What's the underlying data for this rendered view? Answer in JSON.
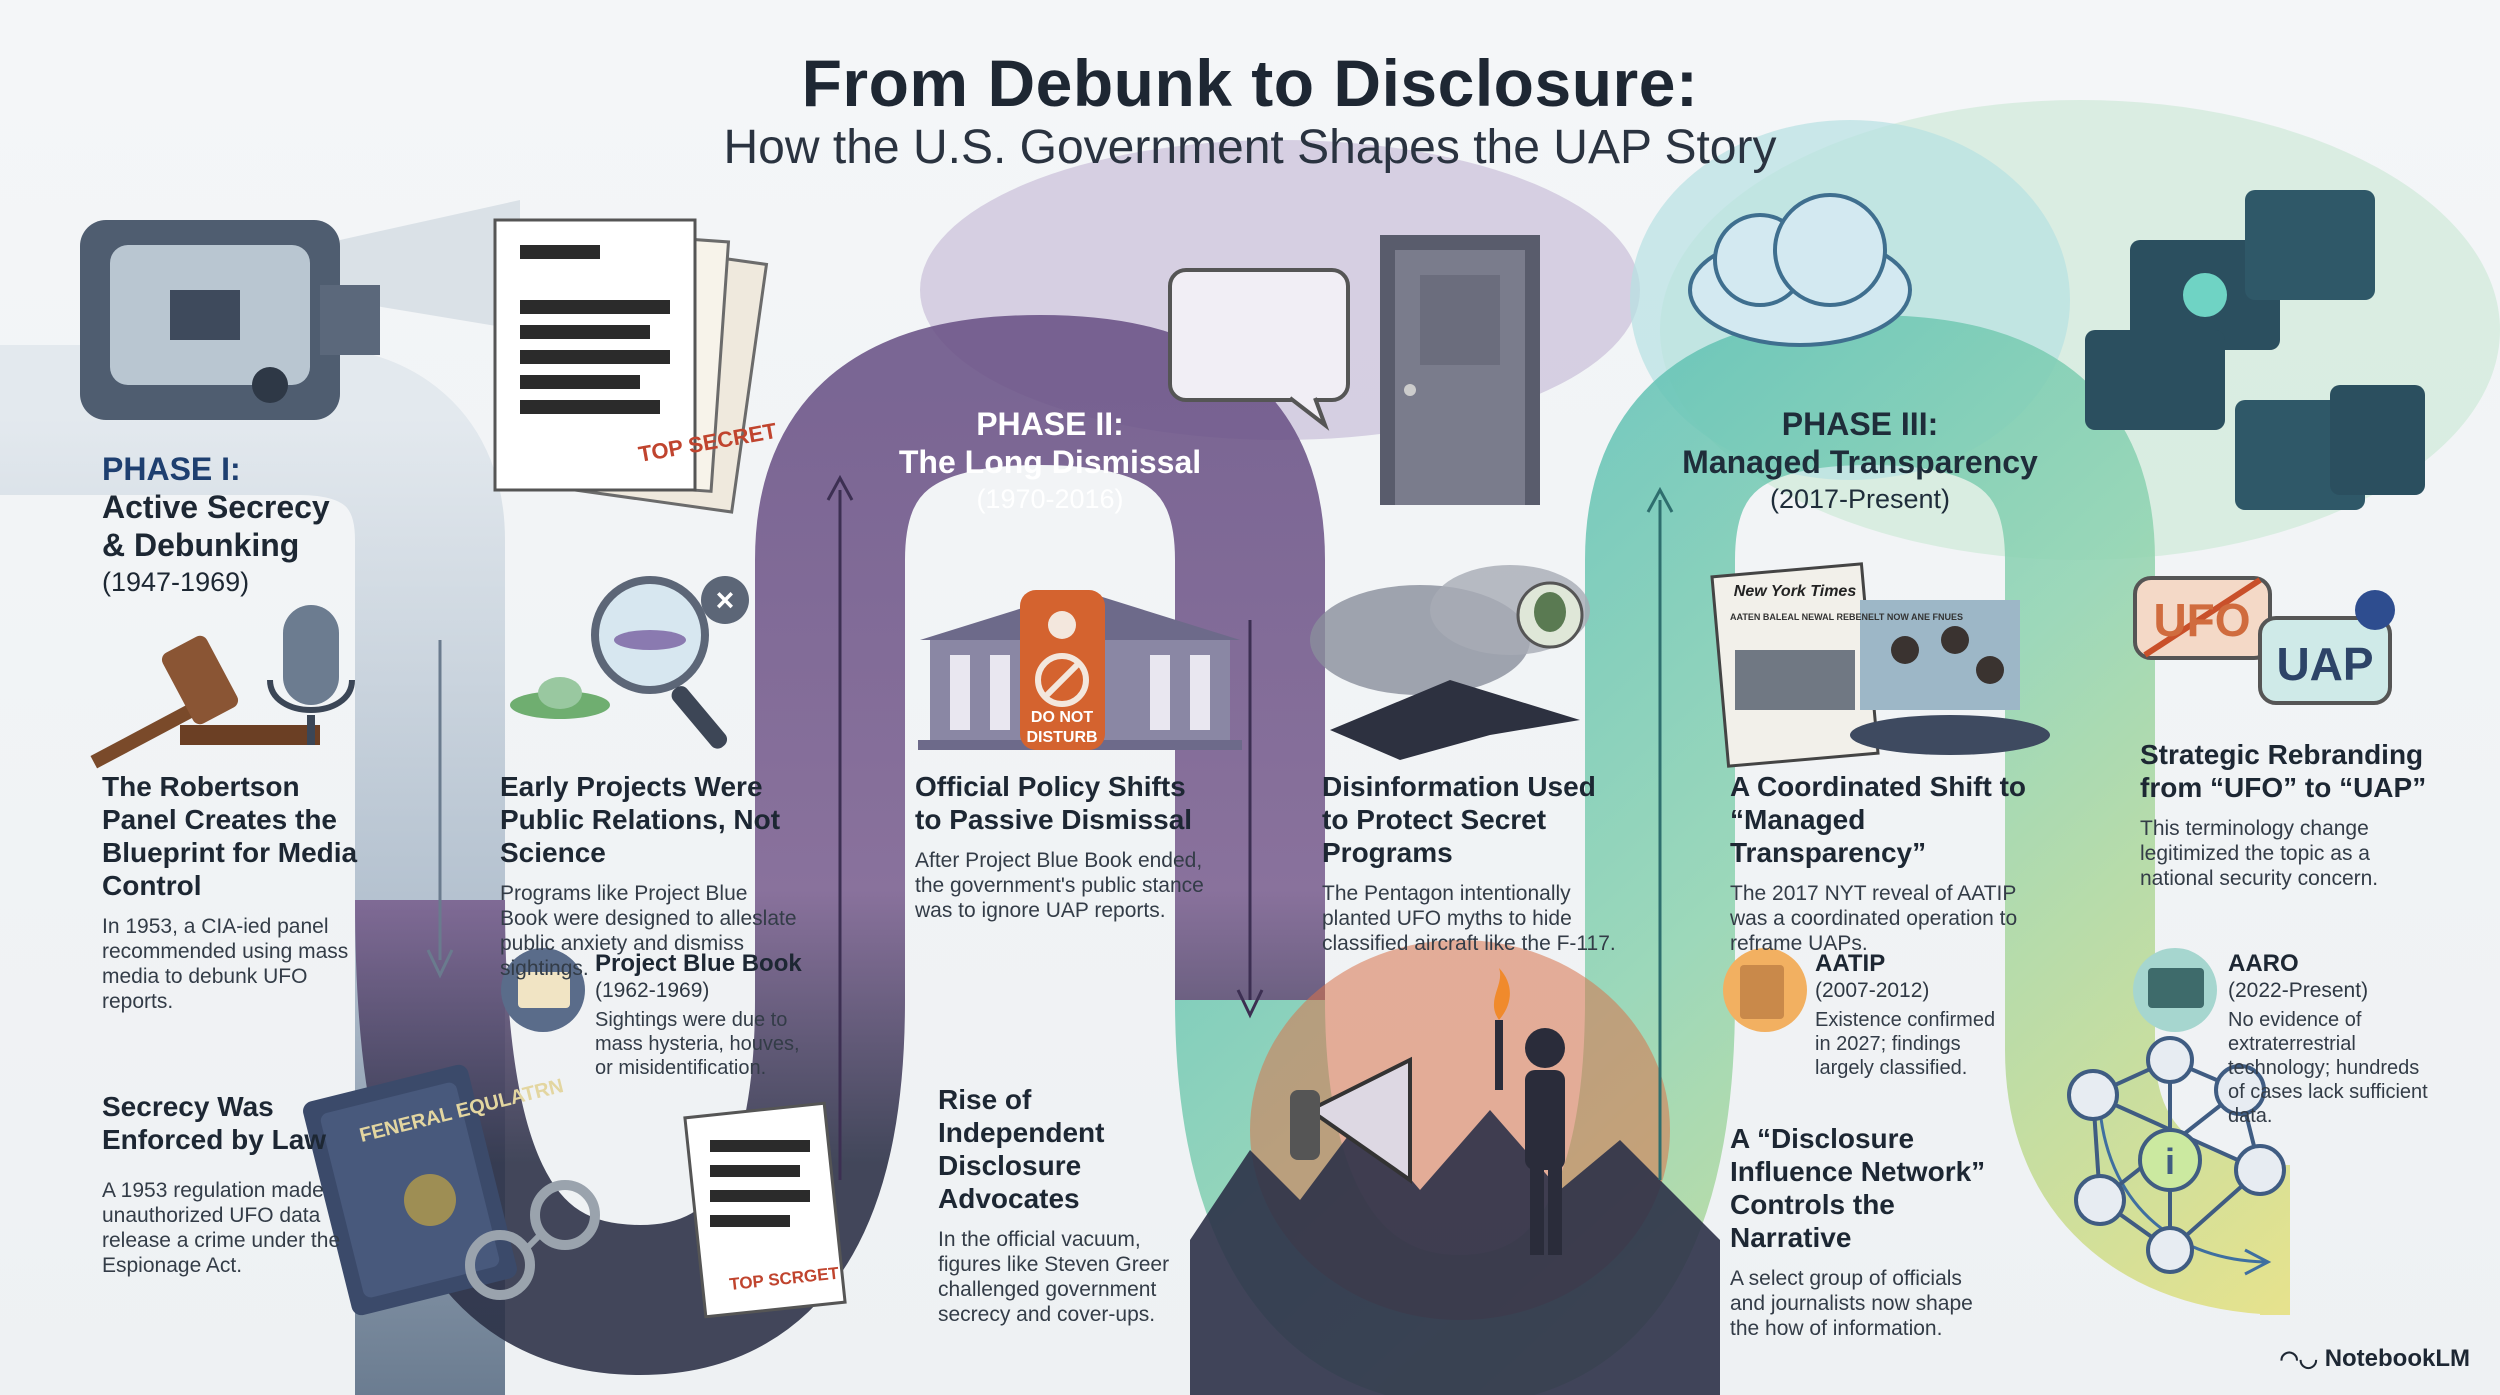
{
  "header": {
    "title": "From Debunk to Disclosure:",
    "subtitle": "How the U.S. Government Shapes the UAP Story"
  },
  "phases": [
    {
      "label": "PHASE I:",
      "name_line1": "Active Secrecy",
      "name_line2": "& Debunking",
      "range": "(1947-1969)"
    },
    {
      "label": "PHASE II:",
      "name_line1": "The Long Dismissal",
      "range": "(1970-2016)"
    },
    {
      "label": "PHASE III:",
      "name_line1": "Managed Transparency",
      "range": "(2017-Present)"
    }
  ],
  "cards": {
    "robertson": {
      "title": "The Robertson Panel Creates the Blueprint for Media Control",
      "body": "In 1953, a CIA-ied panel recommended using mass media to debunk UFO reports."
    },
    "early_projects": {
      "title": "Early Projects Were Public Relations, Not Science",
      "body": "Programs like Project Blue Book were designed to alleslate public anxiety and dismiss sightings."
    },
    "secrecy_law": {
      "title": "Secrecy Was Enforced by Law",
      "body": "A 1953 regulation made unauthorized UFO data release a crime under the Espionage Act."
    },
    "policy_shift": {
      "title": "Official Policy Shifts to Passive Dismissal",
      "body": "After Project Blue Book ended, the government's public stance was to ignore UAP reports."
    },
    "disinformation": {
      "title": "Disinformation Used to Protect Secret Programs",
      "body": "The Pentagon intentionally planted UFO myths to hide classified aircraft like the F-117."
    },
    "advocates": {
      "title": "Rise of Independent Disclosure Advocates",
      "body": "In the official vacuum, figures like Steven Greer challenged government secrecy and cover-ups."
    },
    "coordinated": {
      "title": "A Coordinated Shift to “Managed Transparency”",
      "body": "The 2017 NYT reveal of AATIP was a coordinated operation to reframe UAPs."
    },
    "network": {
      "title": "A “Disclosure Influence Network” Controls the Narrative",
      "body": "A select group of officials and journalists now shape the how of information."
    },
    "rebranding": {
      "title": "Strategic Rebranding from “UFO” to “UAP”",
      "body": "This terminology change legitimized the topic as a national security concern."
    }
  },
  "minis": {
    "bluebook": {
      "title": "Project Blue Book",
      "sub": "(1962-1969)",
      "body": "Sightings were due to mass hysteria, houves, or misidentification."
    },
    "aatip": {
      "title": "AATIP",
      "sub": "(2007-2012)",
      "body": "Existence confirmed in 2027; findings largely classified."
    },
    "aaro": {
      "title": "AARO",
      "sub": "(2022-Present)",
      "body": "No evidence of extraterrestrial technology; hundreds of cases lack sufficient data."
    }
  },
  "illustration_text": {
    "top_secret_1": "TOP SECRET",
    "top_secret_2": "TOP SCRGET",
    "book": "FENERAL EQULATRN",
    "do_not_disturb_1": "DO NOT",
    "do_not_disturb_2": "DISTURB",
    "newspaper_masthead": "New York Times",
    "newspaper_headline": "AATEN BALEAL NEWAL REBENELT NOW ANE FNUES",
    "ufo": "UFO",
    "uap": "UAP"
  },
  "branding": {
    "name": "NotebookLM"
  },
  "colors": {
    "phase1": "#a9b8c6",
    "phase2": "#6a5286",
    "phase3": "#5cc0b3",
    "accent_orange": "#d4632f",
    "text_dark": "#1d2733"
  }
}
